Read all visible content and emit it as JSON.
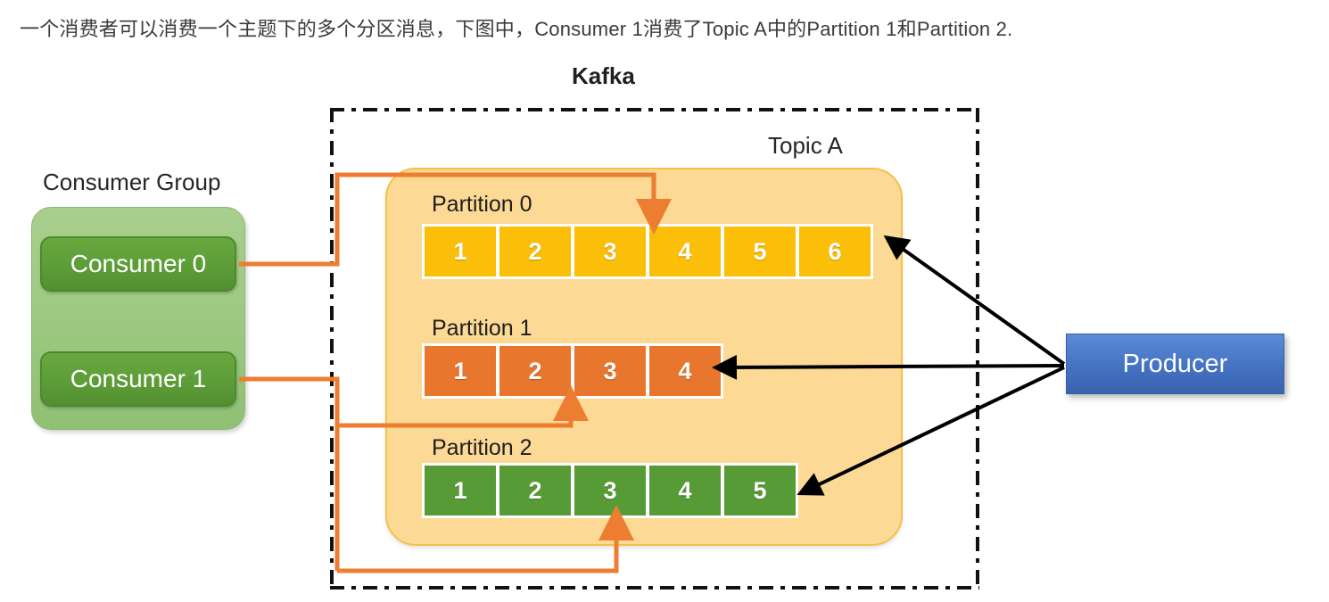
{
  "caption": "一个消费者可以消费一个主题下的多个分区消息，下图中，Consumer 1消费了Topic A中的Partition 1和Partition 2.",
  "diagram": {
    "kafka_title": "Kafka",
    "topic_label": "Topic A",
    "consumer_group": {
      "title": "Consumer Group",
      "consumers": [
        {
          "label": "Consumer 0"
        },
        {
          "label": "Consumer 1"
        }
      ]
    },
    "producer": {
      "label": "Producer"
    },
    "partitions": [
      {
        "label": "Partition 0",
        "color": "#fcbf09",
        "cells": [
          "1",
          "2",
          "3",
          "4",
          "5",
          "6"
        ]
      },
      {
        "label": "Partition 1",
        "color": "#e8762c",
        "cells": [
          "1",
          "2",
          "3",
          "4"
        ]
      },
      {
        "label": "Partition 2",
        "color": "#579b36",
        "cells": [
          "1",
          "2",
          "3",
          "4",
          "5"
        ]
      }
    ],
    "colors": {
      "consumer_line": "#ED7D31",
      "producer_line": "#000000",
      "topic_fill": "#fcd995",
      "topic_border": "#f5c04a",
      "consumer_group_fill": "#9cc880",
      "consumer_fill": "#5d9d38",
      "producer_fill": "#4472c4",
      "kafka_border": "#111111"
    }
  }
}
